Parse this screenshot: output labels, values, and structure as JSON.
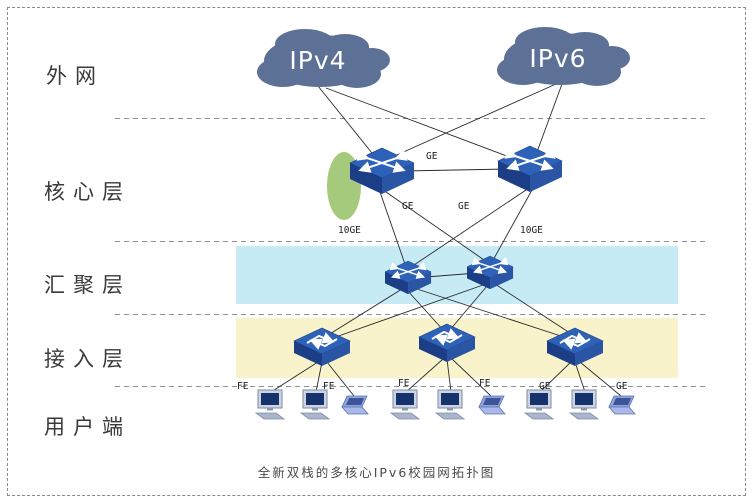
{
  "diagram": {
    "title": "全新双栈的多核心IPv6校园网拓扑图"
  },
  "layers": [
    {
      "label": "外网"
    },
    {
      "label": "核心层"
    },
    {
      "label": "汇聚层"
    },
    {
      "label": "接入层"
    },
    {
      "label": "用户端"
    }
  ],
  "clouds": {
    "ipv4": "IPv4",
    "ipv6": "IPv6"
  },
  "labels": {
    "ge": "GE",
    "ten_ge": "10GE",
    "fe": "FE"
  },
  "nodes": {
    "core_switch_count": 2,
    "aggregation_switch_count": 2,
    "access_switch_count": 3,
    "desktop_count": 6,
    "laptop_count": 3
  },
  "colors": {
    "cloud": "#5d7095",
    "switch_blue": "#2e62b8",
    "switch_blue_dark": "#1b3e86",
    "aggregation_band": "#c6ebf5",
    "access_band": "#f8f3cb",
    "highlight_green": "#a6ca7c",
    "pc_screen": "#16336e",
    "laptop_blue": "#8ea4dd"
  }
}
